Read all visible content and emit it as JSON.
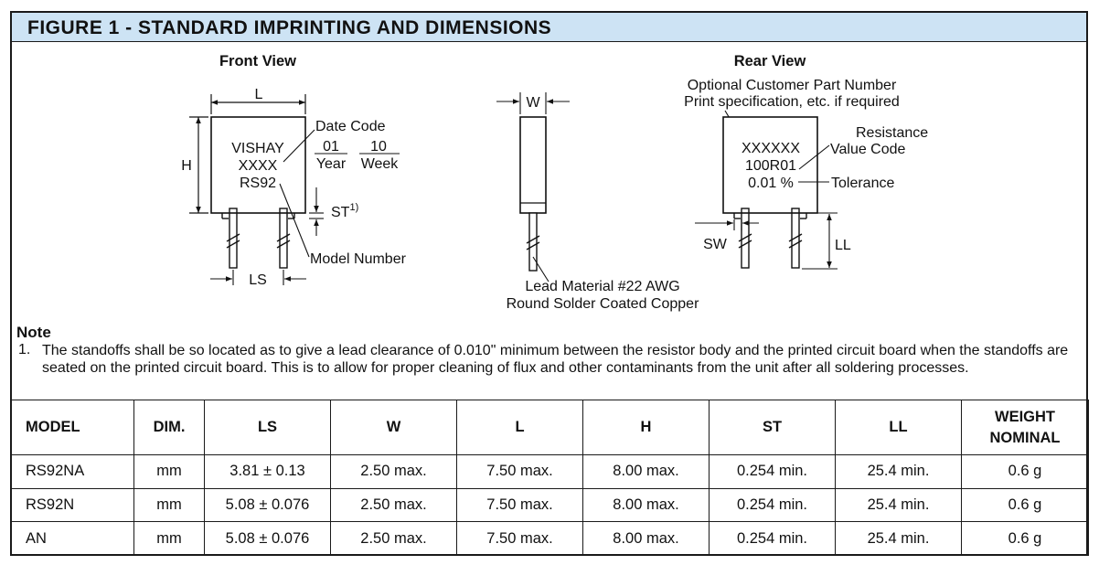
{
  "figure": {
    "title": "FIGURE 1 - STANDARD IMPRINTING AND DIMENSIONS",
    "front_view": {
      "heading": "Front View",
      "dim_L": "L",
      "dim_H": "H",
      "dim_LS": "LS",
      "marking": [
        "VISHAY",
        "XXXX",
        "RS92"
      ],
      "date_code_label": "Date Code",
      "year_value": "01",
      "week_value": "10",
      "year_label": "Year",
      "week_label": "Week",
      "st_label": "ST",
      "st_sup": "1)",
      "model_number_label": "Model Number"
    },
    "side_view": {
      "dim_W": "W",
      "lead_note": [
        "Lead Material #22 AWG",
        "Round Solder Coated Copper"
      ]
    },
    "rear_view": {
      "heading": "Rear View",
      "optional_note": [
        "Optional Customer Part Number",
        "Print specification, etc. if required"
      ],
      "marking": [
        "XXXXXX",
        "100R01",
        "0.01 %"
      ],
      "resistance_label": [
        "Resistance",
        "Value Code"
      ],
      "tolerance_label": "Tolerance",
      "dim_SW": "SW",
      "dim_LL": "LL"
    }
  },
  "note": {
    "heading": "Note",
    "number": "1.",
    "text": "The standoffs shall be so located as to give a lead clearance of 0.010\" minimum between the resistor body and the printed circuit board when the standoffs are seated on the printed circuit board. This is to allow for proper cleaning of flux and other contaminants from the unit after all soldering processes."
  },
  "table": {
    "headers": [
      "MODEL",
      "DIM.",
      "LS",
      "W",
      "L",
      "H",
      "ST",
      "LL",
      "WEIGHT NOMINAL"
    ],
    "rows": [
      [
        "RS92NA",
        "mm",
        "3.81 ± 0.13",
        "2.50 max.",
        "7.50 max.",
        "8.00 max.",
        "0.254 min.",
        "25.4 min.",
        "0.6 g"
      ],
      [
        "RS92N",
        "mm",
        "5.08 ± 0.076",
        "2.50 max.",
        "7.50 max.",
        "8.00 max.",
        "0.254 min.",
        "25.4 min.",
        "0.6 g"
      ],
      [
        "AN",
        "mm",
        "5.08 ± 0.076",
        "2.50 max.",
        "7.50 max.",
        "8.00 max.",
        "0.254 min.",
        "25.4 min.",
        "0.6 g"
      ]
    ]
  }
}
